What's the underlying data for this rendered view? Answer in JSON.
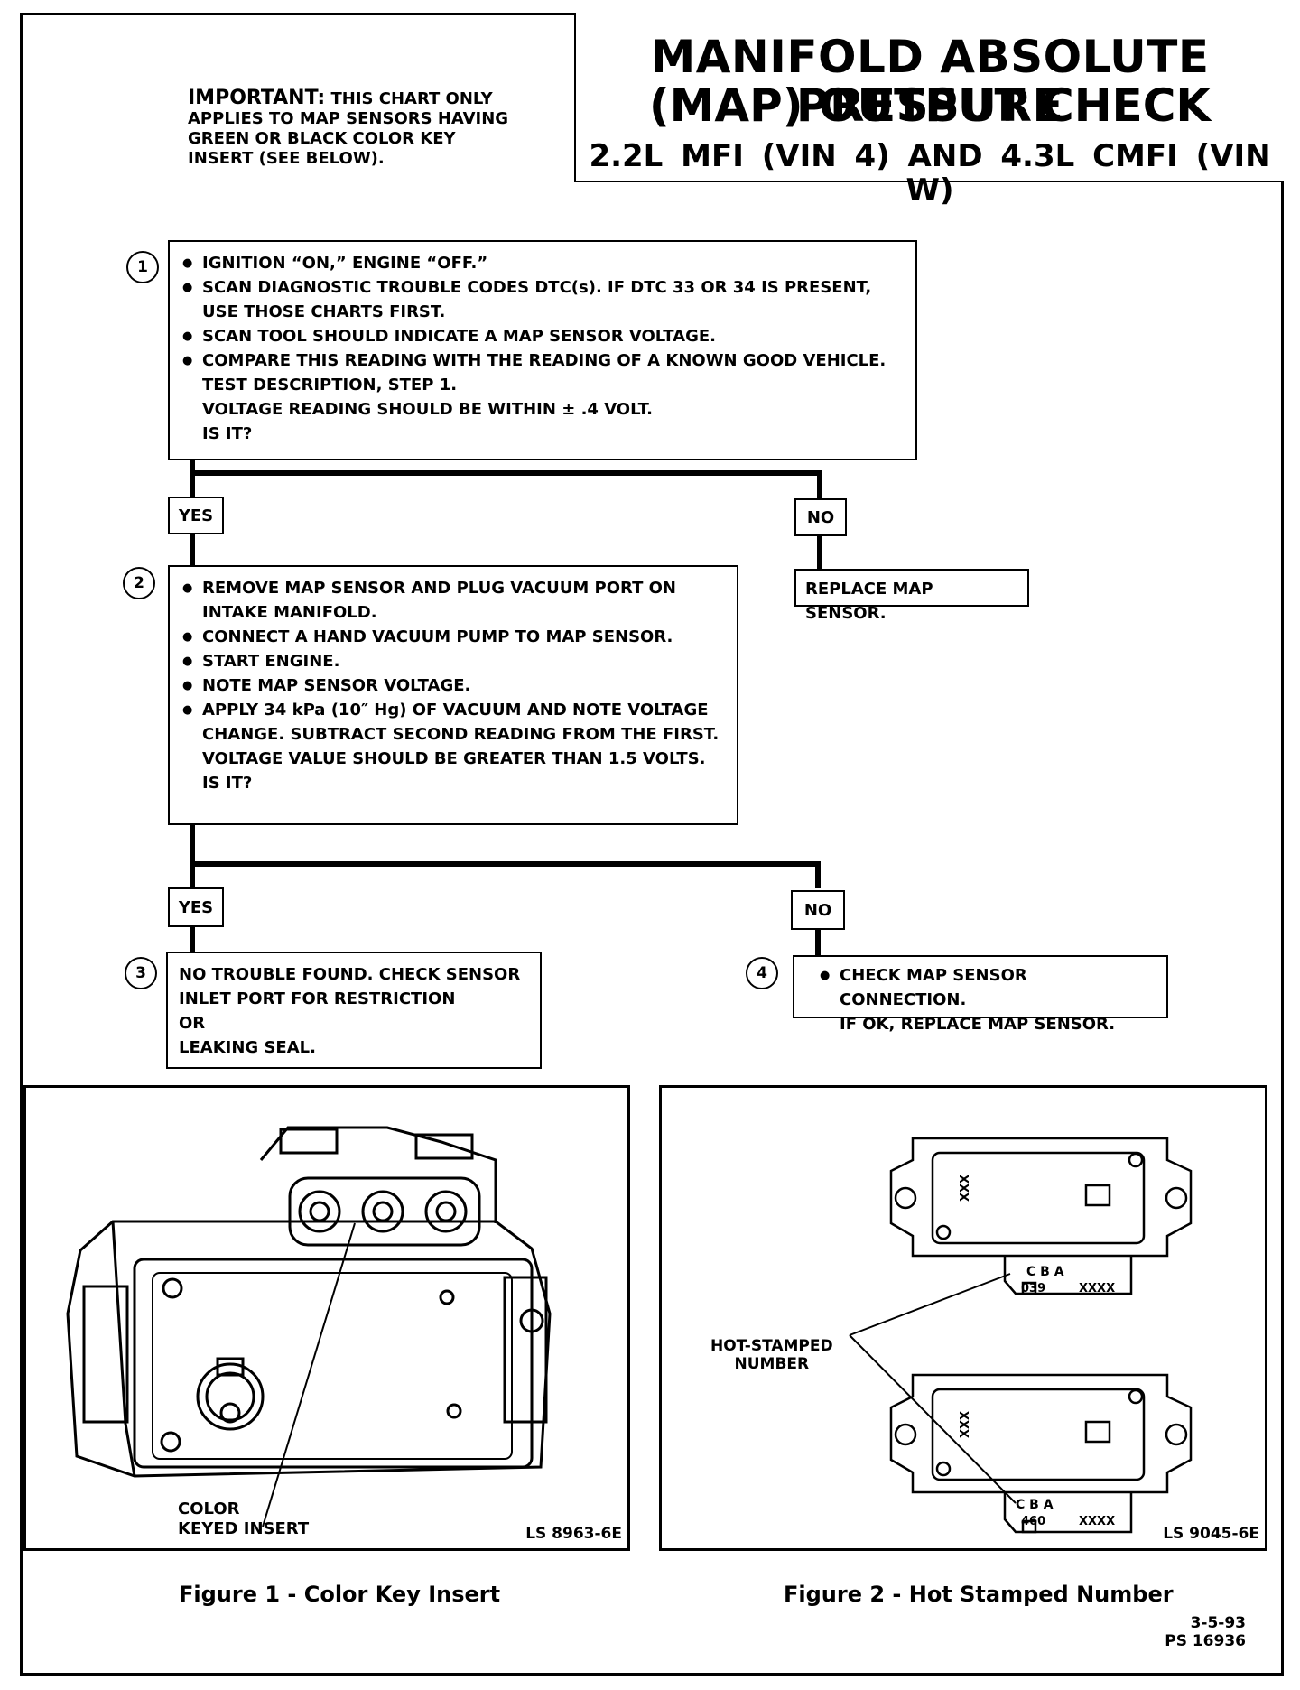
{
  "header": {
    "title_line1": "MANIFOLD ABSOLUTE PRESSURE",
    "title_line2": "(MAP) OUTPUT CHECK",
    "title_line3": "2.2L MFI (VIN 4) AND 4.3L CMFI (VIN W)"
  },
  "important": {
    "lead": "IMPORTANT:",
    "line1": "THIS CHART ONLY",
    "line2": "APPLIES TO MAP SENSORS HAVING",
    "line3": "GREEN OR BLACK COLOR KEY",
    "line4": "INSERT (SEE BELOW)."
  },
  "step1": {
    "number": "1",
    "items": [
      "IGNITION “ON,” ENGINE “OFF.”",
      "SCAN DIAGNOSTIC TROUBLE CODES DTC(s). IF DTC 33 OR 34 IS PRESENT, USE THOSE CHARTS FIRST.",
      "SCAN TOOL SHOULD INDICATE A MAP SENSOR VOLTAGE.",
      "COMPARE THIS READING WITH THE READING OF A KNOWN GOOD VEHICLE. TEST DESCRIPTION, STEP 1."
    ],
    "criterion": "VOLTAGE READING SHOULD BE WITHIN ± .4 VOLT.",
    "question": "IS IT?"
  },
  "branch1": {
    "yes": "YES",
    "no": "NO"
  },
  "no1_result": "REPLACE MAP SENSOR.",
  "step2": {
    "number": "2",
    "items": [
      "REMOVE MAP SENSOR AND PLUG VACUUM PORT ON INTAKE MANIFOLD.",
      "CONNECT A HAND VACUUM PUMP TO MAP SENSOR.",
      "START ENGINE.",
      "NOTE MAP SENSOR VOLTAGE.",
      "APPLY 34 kPa (10″ Hg) OF VACUUM AND NOTE VOLTAGE CHANGE. SUBTRACT SECOND READING FROM THE FIRST."
    ],
    "criterion": "VOLTAGE VALUE SHOULD BE GREATER THAN 1.5 VOLTS.",
    "question": "IS IT?"
  },
  "branch2": {
    "yes": "YES",
    "no": "NO"
  },
  "step3": {
    "number": "3",
    "line1": "NO TROUBLE FOUND.  CHECK SENSOR",
    "line2": "INLET PORT FOR RESTRICTION",
    "line3": "OR",
    "line4": "LEAKING SEAL."
  },
  "step4": {
    "number": "4",
    "line1": "CHECK MAP SENSOR CONNECTION.",
    "line2": "IF OK, REPLACE MAP SENSOR."
  },
  "figure1": {
    "callout_line1": "COLOR",
    "callout_line2": "KEYED INSERT",
    "code": "LS 8963-6E",
    "caption": "Figure 1 - Color Key Insert"
  },
  "figure2": {
    "callout_line1": "HOT-STAMPED",
    "callout_line2": "NUMBER",
    "side_mark": "XXX",
    "pins": "C   B   A",
    "pins2": "C  B      A",
    "upper_number": "039",
    "lower_number": "460",
    "placeholder": "XXXX",
    "code": "LS 9045-6E",
    "caption": "Figure 2 - Hot Stamped Number"
  },
  "footer": {
    "date": "3-5-93",
    "ps": "PS 16936"
  }
}
